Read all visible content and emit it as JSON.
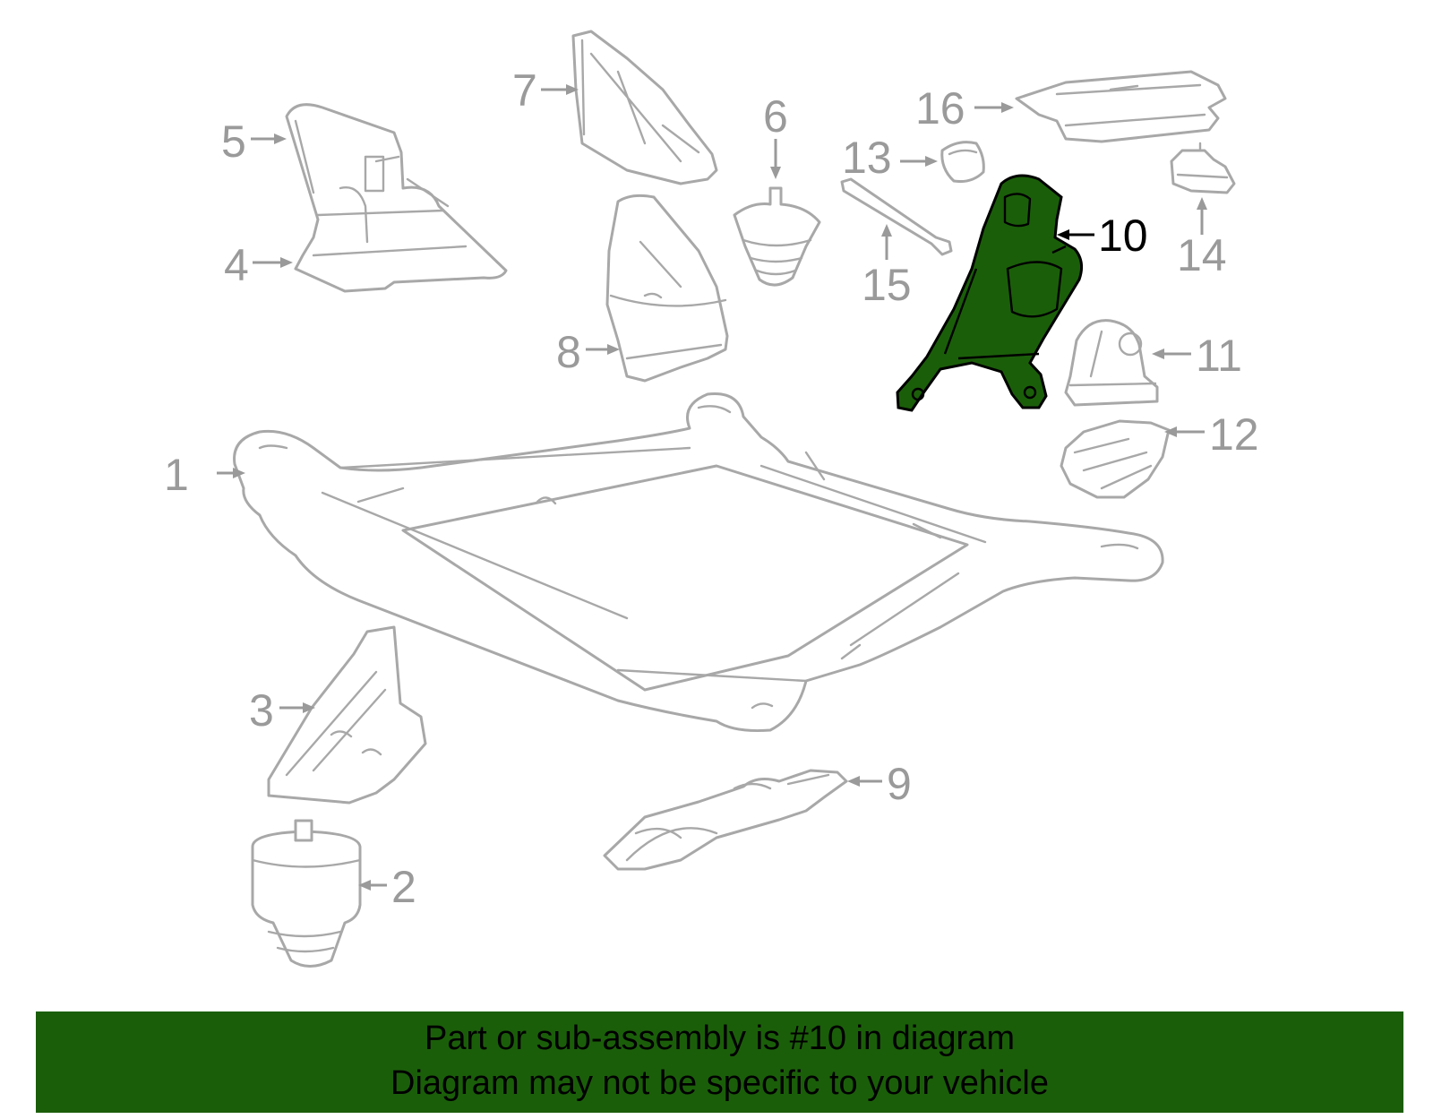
{
  "callouts": {
    "c1": "1",
    "c2": "2",
    "c3": "3",
    "c4": "4",
    "c5": "5",
    "c6": "6",
    "c7": "7",
    "c8": "8",
    "c9": "9",
    "c10": "10",
    "c11": "11",
    "c12": "12",
    "c13": "13",
    "c14": "14",
    "c15": "15",
    "c16": "16"
  },
  "highlighted_part": "10",
  "colors": {
    "highlight": "#1b5e0a",
    "outline": "#a8a8a8",
    "banner": "#1b5e0a"
  },
  "footer": {
    "line1": "Part or sub-assembly is #10 in diagram",
    "line2": "Diagram may not be specific to your vehicle"
  }
}
